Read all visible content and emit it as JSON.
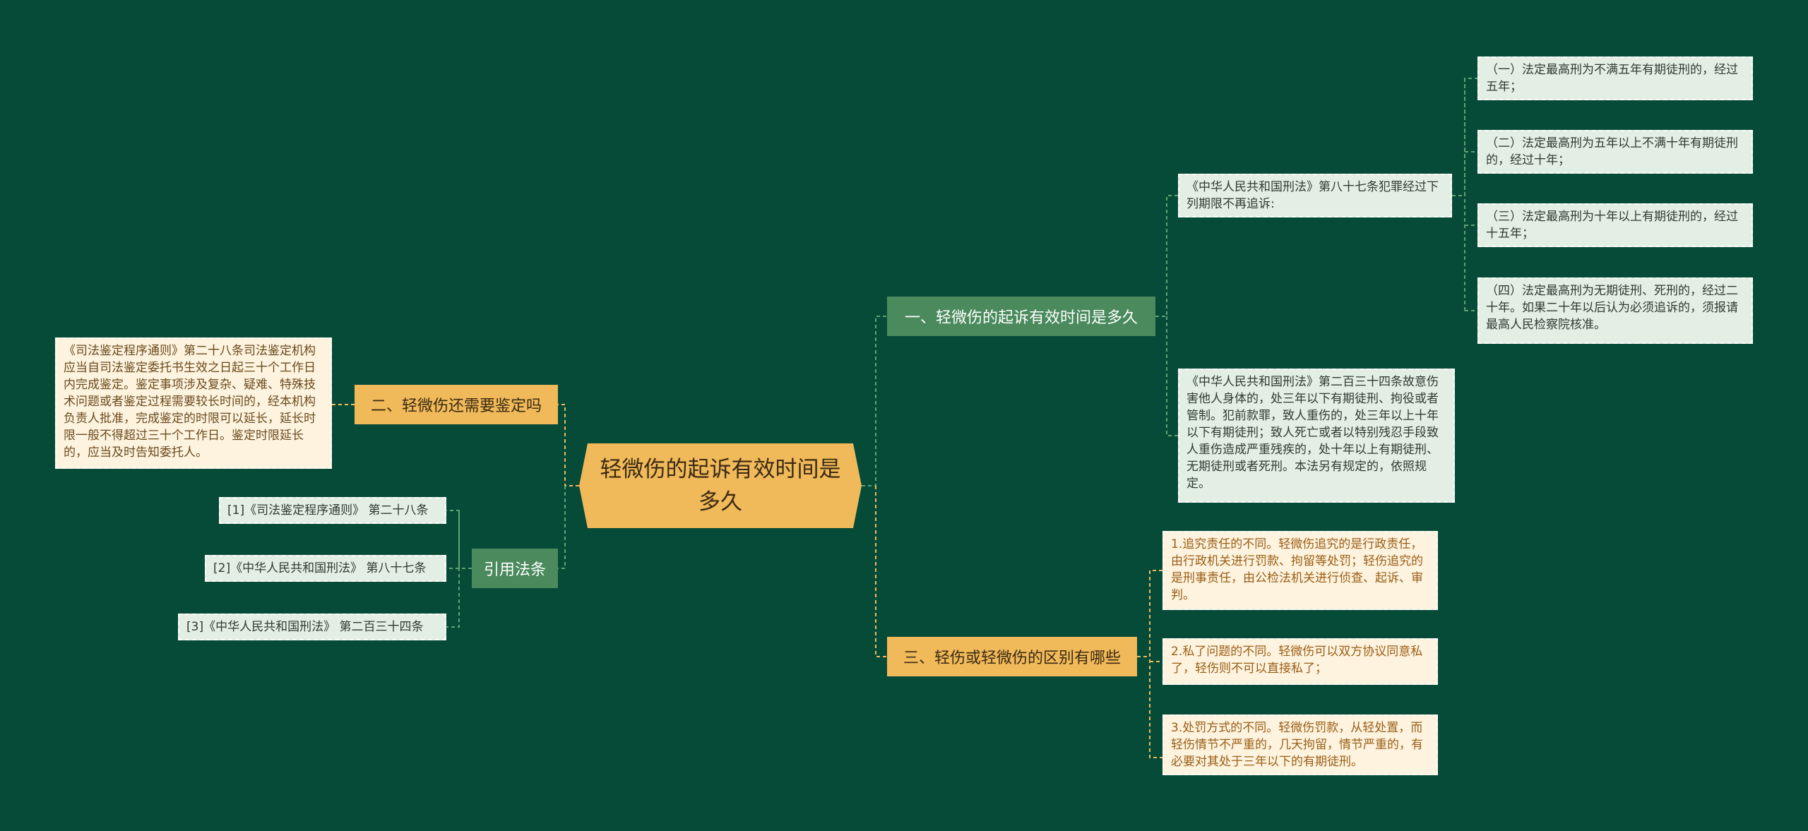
{
  "root": {
    "title": "轻微伤的起诉有效时间是多久"
  },
  "branches": {
    "b1": {
      "label": "一、轻微伤的起诉有效时间是多久"
    },
    "b2": {
      "label": "二、轻微伤还需要鉴定吗"
    },
    "b3": {
      "label": "三、轻伤或轻微伤的区别有哪些"
    },
    "b4": {
      "label": "引用法条"
    }
  },
  "leaves": {
    "b1_law87": "《中华人民共和国刑法》第八十七条犯罪经过下列期限不再追诉:",
    "b1_law87_items": [
      "（一）法定最高刑为不满五年有期徒刑的，经过五年；",
      "（二）法定最高刑为五年以上不满十年有期徒刑的，经过十年；",
      "（三）法定最高刑为十年以上有期徒刑的，经过十五年；",
      "（四）法定最高刑为无期徒刑、死刑的，经过二十年。如果二十年以后认为必须追诉的，须报请最高人民检察院核准。"
    ],
    "b1_law234": "《中华人民共和国刑法》第二百三十四条故意伤害他人身体的，处三年以下有期徒刑、拘役或者管制。犯前款罪，致人重伤的，处三年以上十年以下有期徒刑；致人死亡或者以特别残忍手段致人重伤造成严重残疾的，处十年以上有期徒刑、无期徒刑或者死刑。本法另有规定的，依照规定。",
    "b2_text": "《司法鉴定程序通则》第二十八条司法鉴定机构应当自司法鉴定委托书生效之日起三十个工作日内完成鉴定。鉴定事项涉及复杂、疑难、特殊技术问题或者鉴定过程需要较长时间的，经本机构负责人批准，完成鉴定的时限可以延长，延长时限一般不得超过三十个工作日。鉴定时限延长的，应当及时告知委托人。",
    "b3_items": [
      "1.追究责任的不同。轻微伤追究的是行政责任，由行政机关进行罚款、拘留等处罚；轻伤追究的是刑事责任，由公检法机关进行侦查、起诉、审判。",
      "2.私了问题的不同。轻微伤可以双方协议同意私了，轻伤则不可以直接私了；",
      "3.处罚方式的不同。轻微伤罚款，从轻处置，而轻伤情节不严重的，几天拘留，情节严重的，有必要对其处于三年以下的有期徒刑。"
    ],
    "b4_refs": [
      "[1]《司法鉴定程序通则》 第二十八条",
      "[2]《中华人民共和国刑法》 第八十七条",
      "[3]《中华人民共和国刑法》 第二百三十四条"
    ]
  },
  "colors": {
    "background": "#064a38",
    "root": "#f0b95a",
    "branch_green": "#4a8a5c",
    "branch_orange": "#f0b95a",
    "leaf_mint": "#e3efe4",
    "leaf_cream": "#fdf3df",
    "connector_green": "#5fa273",
    "connector_orange": "#f0b95a"
  }
}
